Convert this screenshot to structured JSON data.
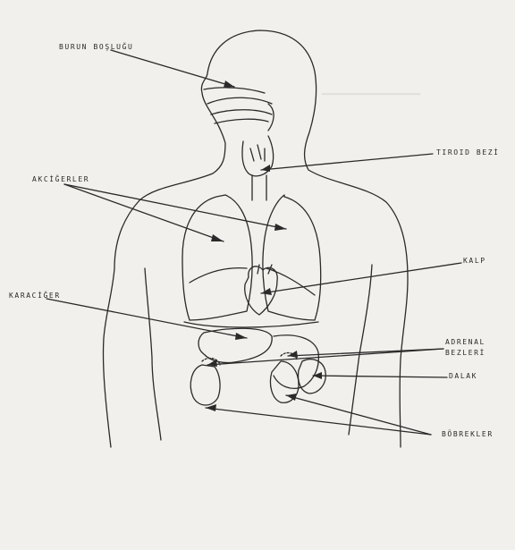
{
  "labels": {
    "nasal_cavity": "BURUN BOŞLUĞU",
    "thyroid": "TIROID BEZİ",
    "lungs": "AKCİĞERLER",
    "heart": "KALP",
    "liver": "KARACİĞER",
    "adrenal_line1": "ADRENAL",
    "adrenal_line2": "BEZLERİ",
    "spleen": "DALAK",
    "kidneys": "BÖBREKLER"
  },
  "colors": {
    "ink": "#2a2a2a",
    "paper": "#f2f0ec"
  }
}
